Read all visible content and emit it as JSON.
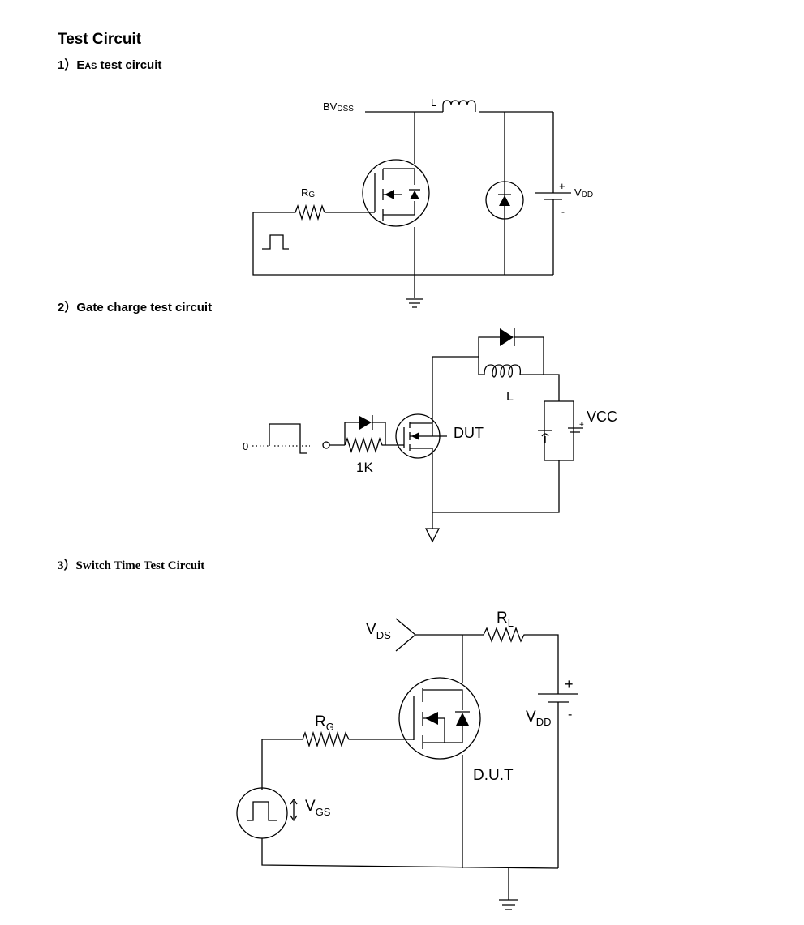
{
  "page_title": "Test Circuit",
  "sections": [
    {
      "num": "1）",
      "pre": "E",
      "sub": "AS",
      "post": " test circuit"
    },
    {
      "num": "2）",
      "text": "Gate charge test circuit"
    },
    {
      "num": "3）",
      "text": "Switch Time Test Circuit"
    }
  ],
  "eas": {
    "bvdss_main": "BV",
    "bvdss_sub": "DSS",
    "inductor": "L",
    "rg_main": "R",
    "rg_sub": "G",
    "vdd_plus": "+",
    "vdd_main": "V",
    "vdd_sub": "DD",
    "vdd_minus": "-"
  },
  "gate": {
    "zero": "0",
    "resistor": "1K",
    "dut": "DUT",
    "inductor": "L",
    "vcc": "VCC",
    "plus": "+"
  },
  "switch": {
    "vds_main": "V",
    "vds_sub": "DS",
    "rl_main": "R",
    "rl_sub": "L",
    "rg_main": "R",
    "rg_sub": "G",
    "plus": "+",
    "vdd_main": "V",
    "vdd_sub": "DD",
    "minus": "-",
    "dut": "D.U.T",
    "vgs_main": "V",
    "vgs_sub": "GS"
  }
}
